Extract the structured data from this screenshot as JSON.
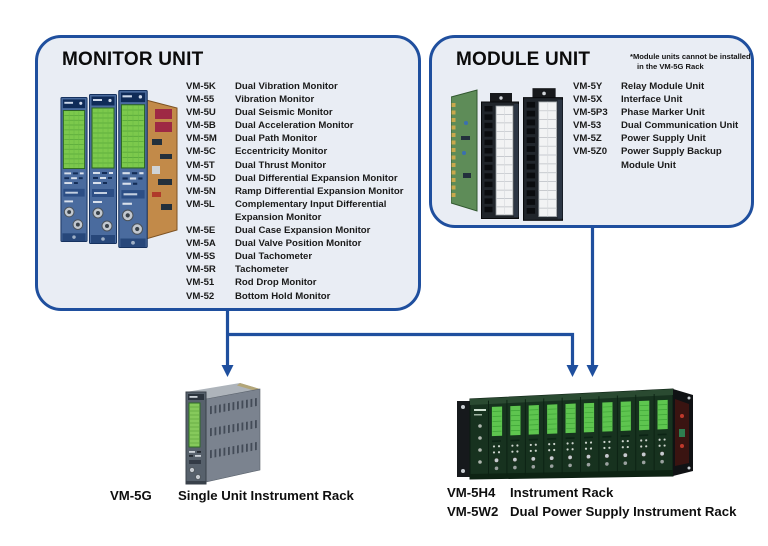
{
  "colors": {
    "accent_blue": "#1f4f9e",
    "box_fill": "#e9edf4",
    "text": "#141414"
  },
  "monitor_unit": {
    "title": "MONITOR UNIT",
    "items": [
      {
        "model": "VM-5K",
        "desc": "Dual Vibration Monitor"
      },
      {
        "model": "VM-55",
        "desc": "Vibration Monitor"
      },
      {
        "model": "VM-5U",
        "desc": "Dual Seismic Monitor"
      },
      {
        "model": "VM-5B",
        "desc": "Dual Acceleration Monitor"
      },
      {
        "model": "VM-5M",
        "desc": "Dual Path Monitor"
      },
      {
        "model": "VM-5C",
        "desc": "Eccentricity Monitor"
      },
      {
        "model": "VM-5T",
        "desc": "Dual Thrust Monitor"
      },
      {
        "model": "VM-5D",
        "desc": "Dual Differential Expansion Monitor"
      },
      {
        "model": "VM-5N",
        "desc": "Ramp Differential Expansion Monitor"
      },
      {
        "model": "VM-5L",
        "desc": "Complementary Input Differential",
        "desc2": "Expansion Monitor"
      },
      {
        "model": "VM-5E",
        "desc": "Dual Case Expansion Monitor"
      },
      {
        "model": "VM-5A",
        "desc": "Dual Valve Position Monitor"
      },
      {
        "model": "VM-5S",
        "desc": "Dual Tachometer"
      },
      {
        "model": "VM-5R",
        "desc": "Tachometer"
      },
      {
        "model": "VM-51",
        "desc": "Rod Drop Monitor"
      },
      {
        "model": "VM-52",
        "desc": "Bottom Hold Monitor"
      }
    ]
  },
  "module_unit": {
    "title": "MODULE UNIT",
    "note": {
      "line1": "*Module units cannot be installed",
      "line2": "in the VM-5G Rack"
    },
    "items": [
      {
        "model": "VM-5Y",
        "desc": "Relay Module Unit"
      },
      {
        "model": "VM-5X",
        "desc": "Interface Unit"
      },
      {
        "model": "VM-5P3",
        "desc": "Phase Marker Unit"
      },
      {
        "model": "VM-53",
        "desc": "Dual Communication Unit"
      },
      {
        "model": "VM-5Z",
        "desc": "Power Supply Unit"
      },
      {
        "model": "VM-5Z0",
        "desc": "Power Supply Backup",
        "desc2": "Module Unit"
      }
    ]
  },
  "racks": {
    "single": {
      "model": "VM-5G",
      "desc": "Single Unit Instrument Rack"
    },
    "multi": [
      {
        "model": "VM-5H4",
        "desc": "Instrument Rack"
      },
      {
        "model": "VM-5W2",
        "desc": "Dual Power Supply Instrument Rack"
      }
    ]
  }
}
